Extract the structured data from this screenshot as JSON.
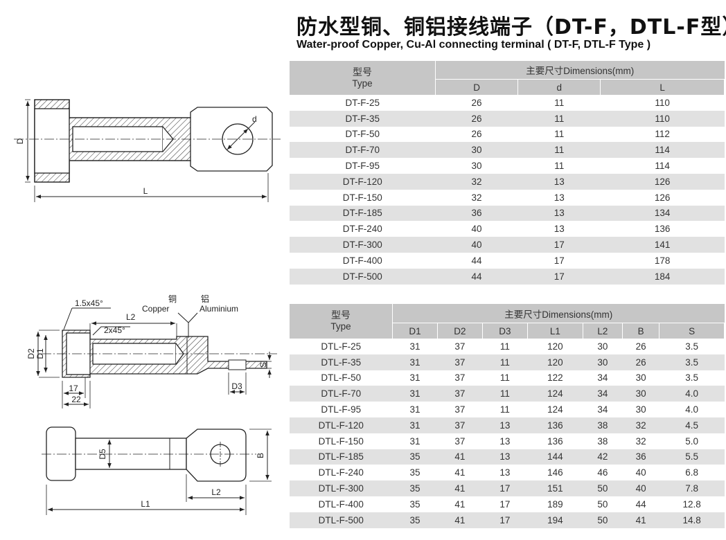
{
  "title_cn": "防水型铜、铜铝接线端子（DT-F，DTL-F型）",
  "title_en": "Water-proof Copper, Cu-Al connecting terminal ( DT-F, DTL-F Type )",
  "table1": {
    "type_cn": "型号",
    "type_en": "Type",
    "dims": "主要尺寸Dimensions(mm)",
    "columns": [
      "D",
      "d",
      "L"
    ],
    "rows": [
      [
        "DT-F-25",
        "26",
        "11",
        "110"
      ],
      [
        "DT-F-35",
        "26",
        "11",
        "110"
      ],
      [
        "DT-F-50",
        "26",
        "11",
        "112"
      ],
      [
        "DT-F-70",
        "30",
        "11",
        "114"
      ],
      [
        "DT-F-95",
        "30",
        "11",
        "114"
      ],
      [
        "DT-F-120",
        "32",
        "13",
        "126"
      ],
      [
        "DT-F-150",
        "32",
        "13",
        "126"
      ],
      [
        "DT-F-185",
        "36",
        "13",
        "134"
      ],
      [
        "DT-F-240",
        "40",
        "13",
        "136"
      ],
      [
        "DT-F-300",
        "40",
        "17",
        "141"
      ],
      [
        "DT-F-400",
        "44",
        "17",
        "178"
      ],
      [
        "DT-F-500",
        "44",
        "17",
        "184"
      ]
    ]
  },
  "table2": {
    "type_cn": "型号",
    "type_en": "Type",
    "dims": "主要尺寸Dimensions(mm)",
    "columns": [
      "D1",
      "D2",
      "D3",
      "L1",
      "L2",
      "B",
      "S"
    ],
    "rows": [
      [
        "DTL-F-25",
        "31",
        "37",
        "11",
        "120",
        "30",
        "26",
        "3.5"
      ],
      [
        "DTL-F-35",
        "31",
        "37",
        "11",
        "120",
        "30",
        "26",
        "3.5"
      ],
      [
        "DTL-F-50",
        "31",
        "37",
        "11",
        "122",
        "34",
        "30",
        "3.5"
      ],
      [
        "DTL-F-70",
        "31",
        "37",
        "11",
        "124",
        "34",
        "30",
        "4.0"
      ],
      [
        "DTL-F-95",
        "31",
        "37",
        "11",
        "124",
        "34",
        "30",
        "4.0"
      ],
      [
        "DTL-F-120",
        "31",
        "37",
        "13",
        "136",
        "38",
        "32",
        "4.5"
      ],
      [
        "DTL-F-150",
        "31",
        "37",
        "13",
        "136",
        "38",
        "32",
        "5.0"
      ],
      [
        "DTL-F-185",
        "35",
        "41",
        "13",
        "144",
        "42",
        "36",
        "5.5"
      ],
      [
        "DTL-F-240",
        "35",
        "41",
        "13",
        "146",
        "46",
        "40",
        "6.8"
      ],
      [
        "DTL-F-300",
        "35",
        "41",
        "17",
        "151",
        "50",
        "40",
        "7.8"
      ],
      [
        "DTL-F-400",
        "35",
        "41",
        "17",
        "189",
        "50",
        "44",
        "12.8"
      ],
      [
        "DTL-F-500",
        "35",
        "41",
        "17",
        "194",
        "50",
        "41",
        "14.8"
      ]
    ]
  },
  "drawing1": {
    "dim_D": "D",
    "dim_d": "d",
    "dim_L": "L"
  },
  "drawing2": {
    "chamfer1": "1.5x45°",
    "chamfer2": "2x45°",
    "copper_cn": "铜",
    "copper_en": "Copper",
    "alu_cn": "铝",
    "alu_en": "Aluminium",
    "dim_L2": "L2",
    "dim_D1": "D1",
    "dim_D2": "D2",
    "dim_D3": "D3",
    "dim_S": "S",
    "dim_17": "17",
    "dim_22": "22"
  },
  "drawing3": {
    "dim_D5": "D5",
    "dim_B": "B",
    "dim_L1": "L1",
    "dim_L2": "L2"
  }
}
